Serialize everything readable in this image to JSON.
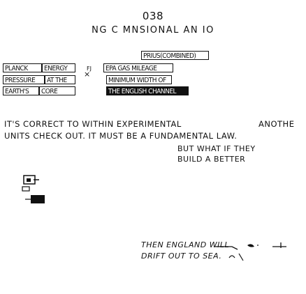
{
  "comic": {
    "number": "038",
    "title": "NG C  mnSIONAL AN IO",
    "top_unit": "PRIUS(COMBINED)",
    "left_col": [
      "PLANCK",
      "ENERGY",
      "PRESSURE",
      "AT THE",
      "EARTH'S",
      "CORE"
    ],
    "times_sign": "×",
    "footnote_mark": "FJ",
    "right_col": [
      "EPA GAS MILEAGE",
      "MINIMUM WIDTH OF",
      "THE ENGLISH CHANNEL"
    ],
    "line1": "IT'S CORRECT TO WITHIN EXPERIMENTAL",
    "line1_end": "ANOTHE",
    "line2": "UNITS CHECK OUT.   IT MUST BE A FUNDAMENTAL  LAW.",
    "but": "BUT WHAT IF THEY",
    "build": "BUILD A BETTER",
    "england1": "THEN ENGLAND WILL",
    "england2": "DRIFT OUT TO SEA."
  }
}
